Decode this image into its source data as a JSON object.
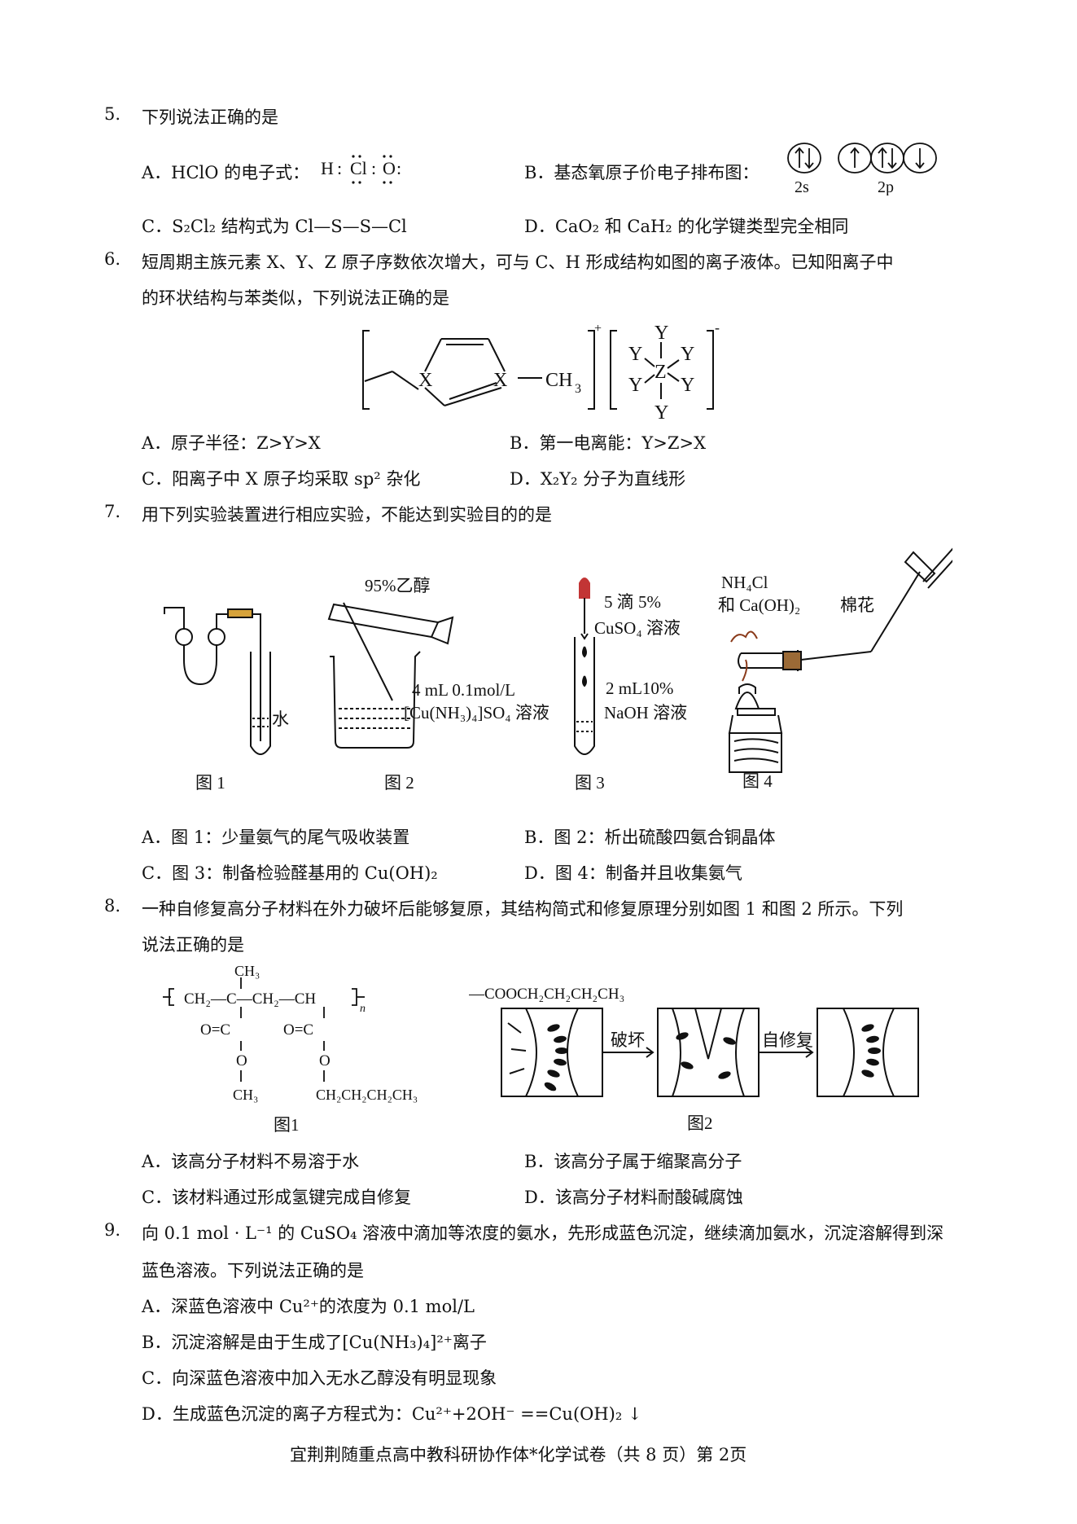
{
  "q5": {
    "num": "5.",
    "stem": "下列说法正确的是",
    "A": "A．HClO 的电子式：",
    "A_formula": {
      "h": "H",
      "cl": "Cl",
      "o": "O",
      "colon": ":"
    },
    "B": "B．基态氧原子价电子排布图：",
    "B_2s": "2s",
    "B_2p": "2p",
    "C": "C．S₂Cl₂ 结构式为 Cl—S—S—Cl",
    "D": "D．CaO₂ 和 CaH₂ 的化学键类型完全相同"
  },
  "q6": {
    "num": "6.",
    "stem1": "短周期主族元素 X、Y、Z 原子序数依次增大，可与 C、H 形成结构如图的离子液体。已知阳离子中",
    "stem2": "的环状结构与苯类似，下列说法正确的是",
    "diagram": {
      "x": "X",
      "ch3": "CH",
      "ch3_sub": "3",
      "plus": "+",
      "minus": "-",
      "y": "Y",
      "z": "Z"
    },
    "A": "A．原子半径：Z>Y>X",
    "B": "B．第一电离能：Y>Z>X",
    "C": "C．阳离子中 X 原子均采取 sp² 杂化",
    "D": "D．X₂Y₂ 分子为直线形"
  },
  "q7": {
    "num": "7.",
    "stem": "用下列实验装置进行相应实验，不能达到实验目的的是",
    "fig1": {
      "water": "水",
      "cap": "图 1"
    },
    "fig2": {
      "ethanol": "95%乙醇",
      "sol1": "4 mL 0.1mol/L",
      "sol2": "[Cu(NH₃)₄]SO₄ 溶液",
      "cap": "图 2"
    },
    "fig3": {
      "drop1": "5 滴 5%",
      "drop2": "CuSO₄ 溶液",
      "naoh1": "2 mL10%",
      "naoh2": "NaOH 溶液",
      "cap": "图 3"
    },
    "fig4": {
      "r1": "NH₄Cl",
      "r2": "和 Ca(OH)₂",
      "cotton": "棉花",
      "cap": "图 4"
    },
    "A": "A．图 1：少量氨气的尾气吸收装置",
    "B": "B．图 2：析出硫酸四氨合铜晶体",
    "C": "C．图 3：制备检验醛基用的 Cu(OH)₂",
    "D": "D．图 4：制备并且收集氨气"
  },
  "q8": {
    "num": "8.",
    "stem1": "一种自修复高分子材料在外力破坏后能够复原，其结构简式和修复原理分别如图 1 和图 2 所示。下列",
    "stem2": "说法正确的是",
    "fig1": {
      "ch3_top": "CH₃",
      "chain": "CH₂—C—CH₂—CH",
      "n": "n",
      "co1": "O=C",
      "co2": "O=C",
      "o1": "O",
      "o2": "O",
      "ch3_bot": "CH₃",
      "butyl": "CH₂CH₂CH₂CH₃",
      "cap": "图1"
    },
    "fig2": {
      "group": "—COOCH₂CH₂CH₂CH₃",
      "break": "破坏",
      "repair": "自修复",
      "cap": "图2"
    },
    "A": "A．该高分子材料不易溶于水",
    "B": "B．该高分子属于缩聚高分子",
    "C": "C．该材料通过形成氢键完成自修复",
    "D": "D．该高分子材料耐酸碱腐蚀"
  },
  "q9": {
    "num": "9.",
    "stem1": "向 0.1 mol · L⁻¹ 的 CuSO₄ 溶液中滴加等浓度的氨水，先形成蓝色沉淀，继续滴加氨水，沉淀溶解得到深",
    "stem2": "蓝色溶液。下列说法正确的是",
    "A": "A．深蓝色溶液中 Cu²⁺的浓度为 0.1 mol/L",
    "B": "B．沉淀溶解是由于生成了[Cu(NH₃)₄]²⁺离子",
    "C": "C．向深蓝色溶液中加入无水乙醇没有明显现象",
    "D": "D．生成蓝色沉淀的离子方程式为：Cu²⁺+2OH⁻ ==Cu(OH)₂ ↓"
  },
  "footer": "宜荆荆随重点高中教科研协作体*化学试卷（共 8 页）第 2页"
}
